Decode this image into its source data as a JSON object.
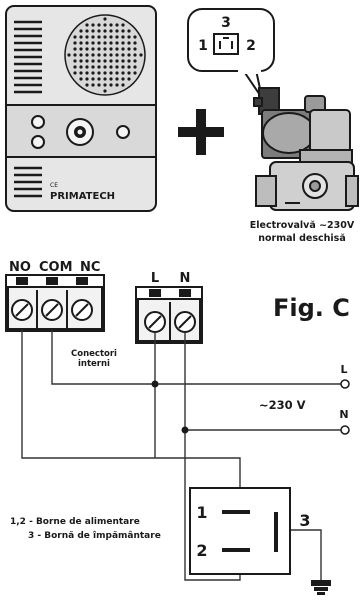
{
  "detector": {
    "brand": "PRIMATECH",
    "ce_mark": "CE"
  },
  "valve": {
    "connector_pins": {
      "top": "3",
      "left": "1",
      "right": "2"
    },
    "caption_line1": "Electrovalvă ~230V",
    "caption_line2": "normal deschisă"
  },
  "relay_terminals": {
    "no": "NO",
    "com": "COM",
    "nc": "NC"
  },
  "power_terminals": {
    "l": "L",
    "n": "N"
  },
  "figure_label": "Fig. C",
  "internal_connectors_line1": "Conectori",
  "internal_connectors_line2": "interni",
  "supply": {
    "l": "L",
    "n": "N",
    "voltage": "~230 V"
  },
  "coil_pins": {
    "p1": "1",
    "p2": "2",
    "p3": "3"
  },
  "legend": {
    "line1": "1,2 - Borne de alimentare",
    "line2": "3 - Bornă de împământare"
  },
  "colors": {
    "panel": "#e6e6e6",
    "ink": "#1a1a1a",
    "valve_body": "#cfcfcf",
    "valve_dark": "#8a8a8a",
    "wire": "#333333"
  }
}
